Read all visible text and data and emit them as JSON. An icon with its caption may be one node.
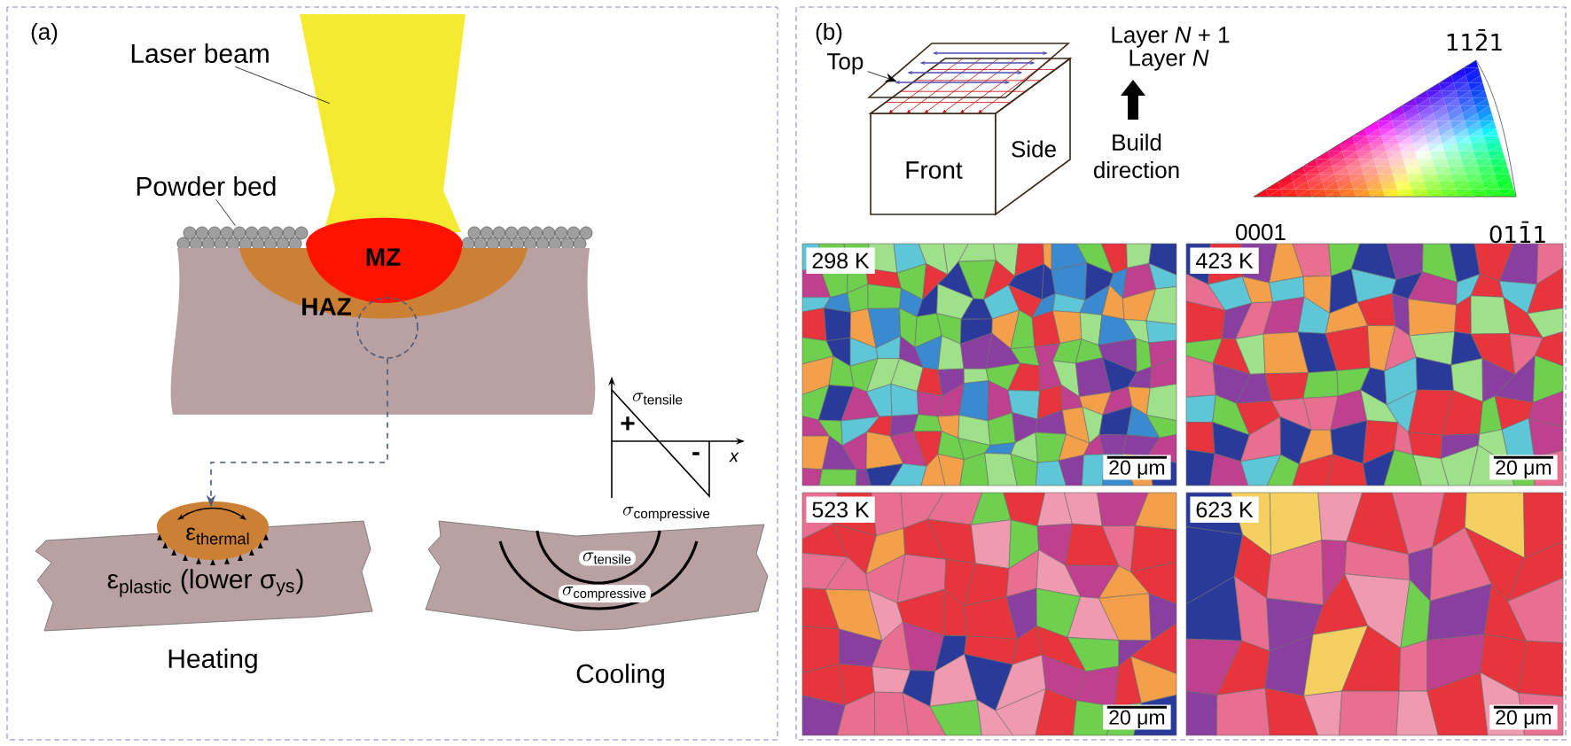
{
  "diagram": {
    "nodes": [
      {
        "text": [
          "Laser beam"
        ]
      },
      {
        "text": [
          "Powder bed"
        ]
      },
      {
        "text": [],
        "shape": "circle"
      },
      {
        "text": [
          "ε$_{thermal}$",
          "ε$_{plastic}$ (lower σ$_{ys}$)"
        ]
      },
      {
        "text": [
          "Top"
        ]
      },
      {
        "text": [],
        "shape": "picture"
      },
      {
        "text": [],
        "shape": "picture"
      }
    ],
    "edges": [
      {
        "from": 0,
        "to": 6,
        "arrow": "none"
      },
      {
        "from": 1,
        "to": 5,
        "arrow": "none"
      },
      {
        "from": 2,
        "to": 3,
        "arrow": "to",
        "style": "dashed",
        "color": "#4a5a7a"
      },
      {
        "from": 4,
        "to": null,
        "arrow": "to"
      }
    ],
    "labels": [
      "(a)",
      "MZ",
      "HAZ",
      "\\sigma_{\\mathrm{tensile}}",
      "+",
      "-",
      "x",
      "\\sigma_{\\mathrm{compressive}}",
      "\\sigma_{\\mathrm{tensile}}",
      "\\sigma_{\\mathrm{compressive}}",
      "Heating",
      "Cooling",
      "(b)",
      "Layer *N* + 1",
      "Layer *N*",
      "Front",
      "Side",
      "Build direction",
      "112̄1",
      "0001",
      "011̄1",
      "298 K",
      "20 μm",
      "423 K",
      "20 μm",
      "523 K",
      "20 μm",
      "623 K",
      "20 μm"
    ]
  }
}
